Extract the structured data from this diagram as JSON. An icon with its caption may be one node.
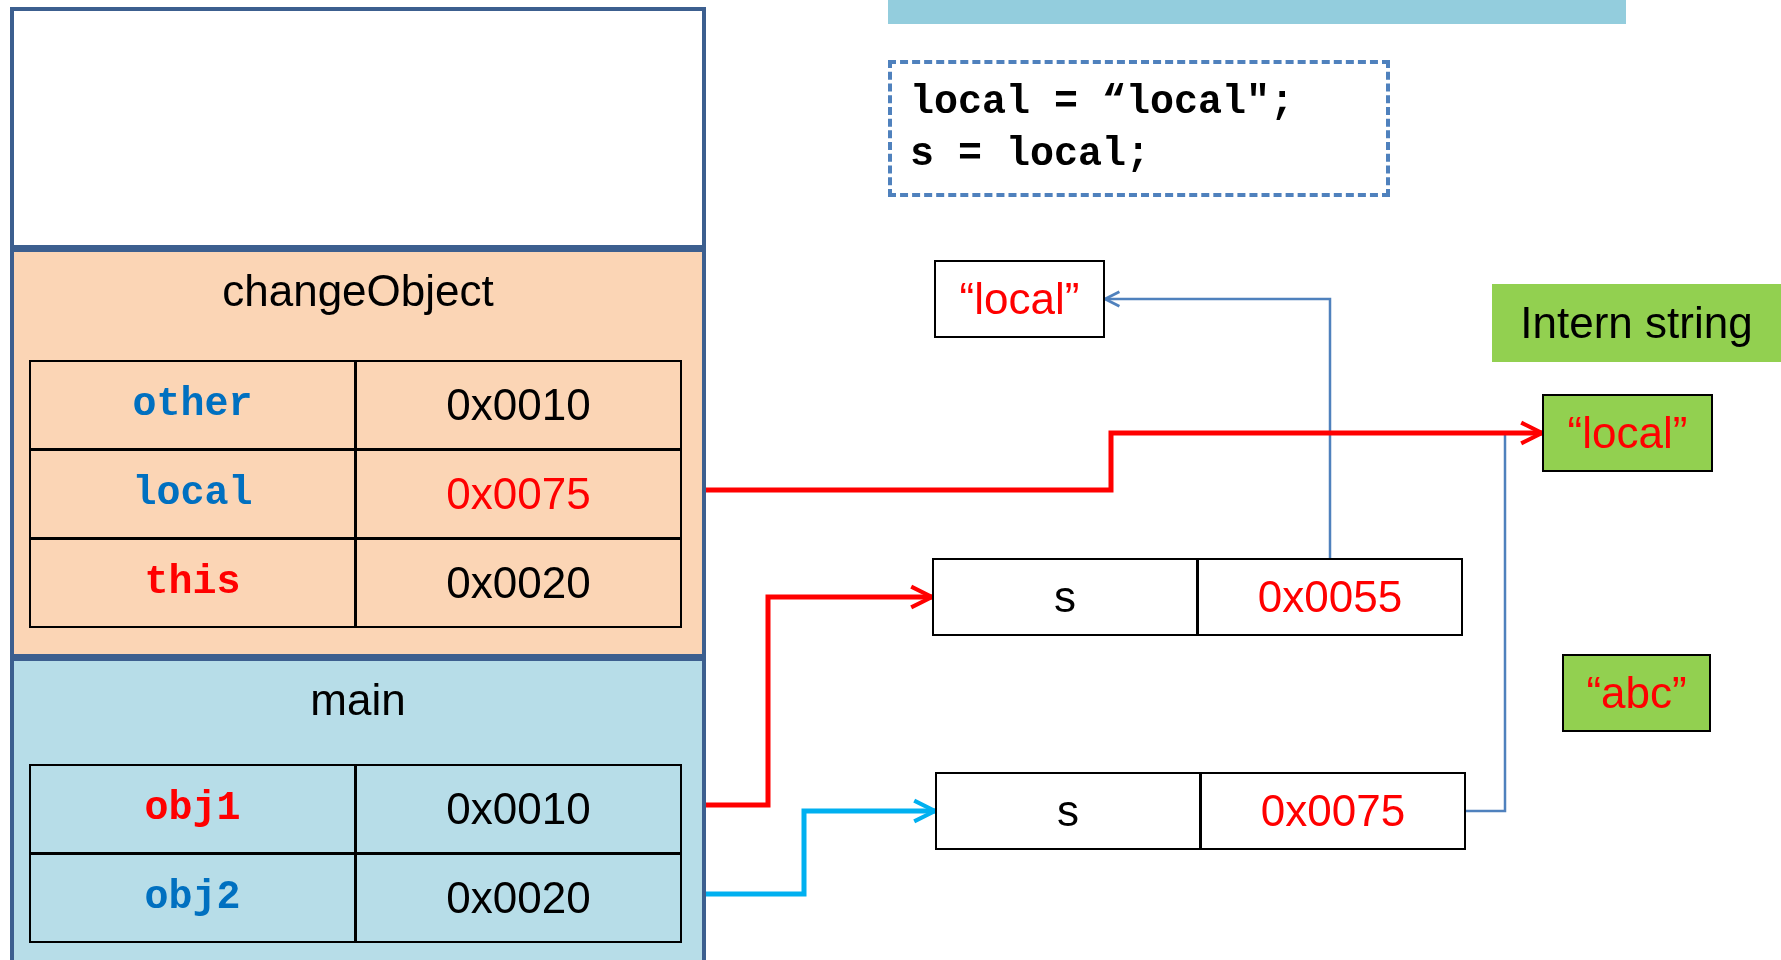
{
  "diagram": {
    "nodes": [
      {
        "text": [],
        "shape": "box"
      },
      {
        "text": [
          "changeObject"
        ]
      },
      {
        "text": [
          "other"
        ],
        "in": 1
      },
      {
        "text": [
          "0x0010"
        ],
        "in": 1
      },
      {
        "text": [
          "local"
        ],
        "in": 1
      },
      {
        "text": [
          "0x0075"
        ],
        "in": 1
      },
      {
        "text": [
          "this"
        ],
        "in": 1
      },
      {
        "text": [
          "0x0020"
        ],
        "in": 1
      },
      {
        "text": [
          "main"
        ]
      },
      {
        "text": [
          "obj1"
        ],
        "in": 8
      },
      {
        "text": [
          "0x0010"
        ],
        "in": 8
      },
      {
        "text": [
          "obj2"
        ],
        "in": 8
      },
      {
        "text": [
          "0x0020"
        ],
        "in": 8
      },
      {
        "text": [
          "local = “local\";",
          "s = local;"
        ]
      },
      {
        "text": [
          "“local”"
        ]
      },
      {
        "text": [
          "s"
        ]
      },
      {
        "text": [
          "0x0055"
        ]
      },
      {
        "text": [
          "s"
        ]
      },
      {
        "text": [
          "0x0075"
        ]
      },
      {
        "text": [
          "Intern string"
        ]
      },
      {
        "text": [
          "“local”"
        ]
      },
      {
        "text": [
          "“abc”"
        ]
      },
      {
        "text": [],
        "shape": "bar"
      }
    ],
    "edges": [
      {
        "from": 5,
        "to": 20,
        "arrow": "to",
        "color": "#ff0000"
      },
      {
        "from": 10,
        "to": 15,
        "arrow": "to",
        "color": "#ff0000"
      },
      {
        "from": 12,
        "to": 17,
        "arrow": "to",
        "color": "#00b0f0"
      },
      {
        "from": 16,
        "to": 14,
        "arrow": "to",
        "color": "#4f81bd"
      },
      {
        "from": 18,
        "to": 20,
        "arrow": "to",
        "color": "#4f81bd"
      }
    ]
  }
}
